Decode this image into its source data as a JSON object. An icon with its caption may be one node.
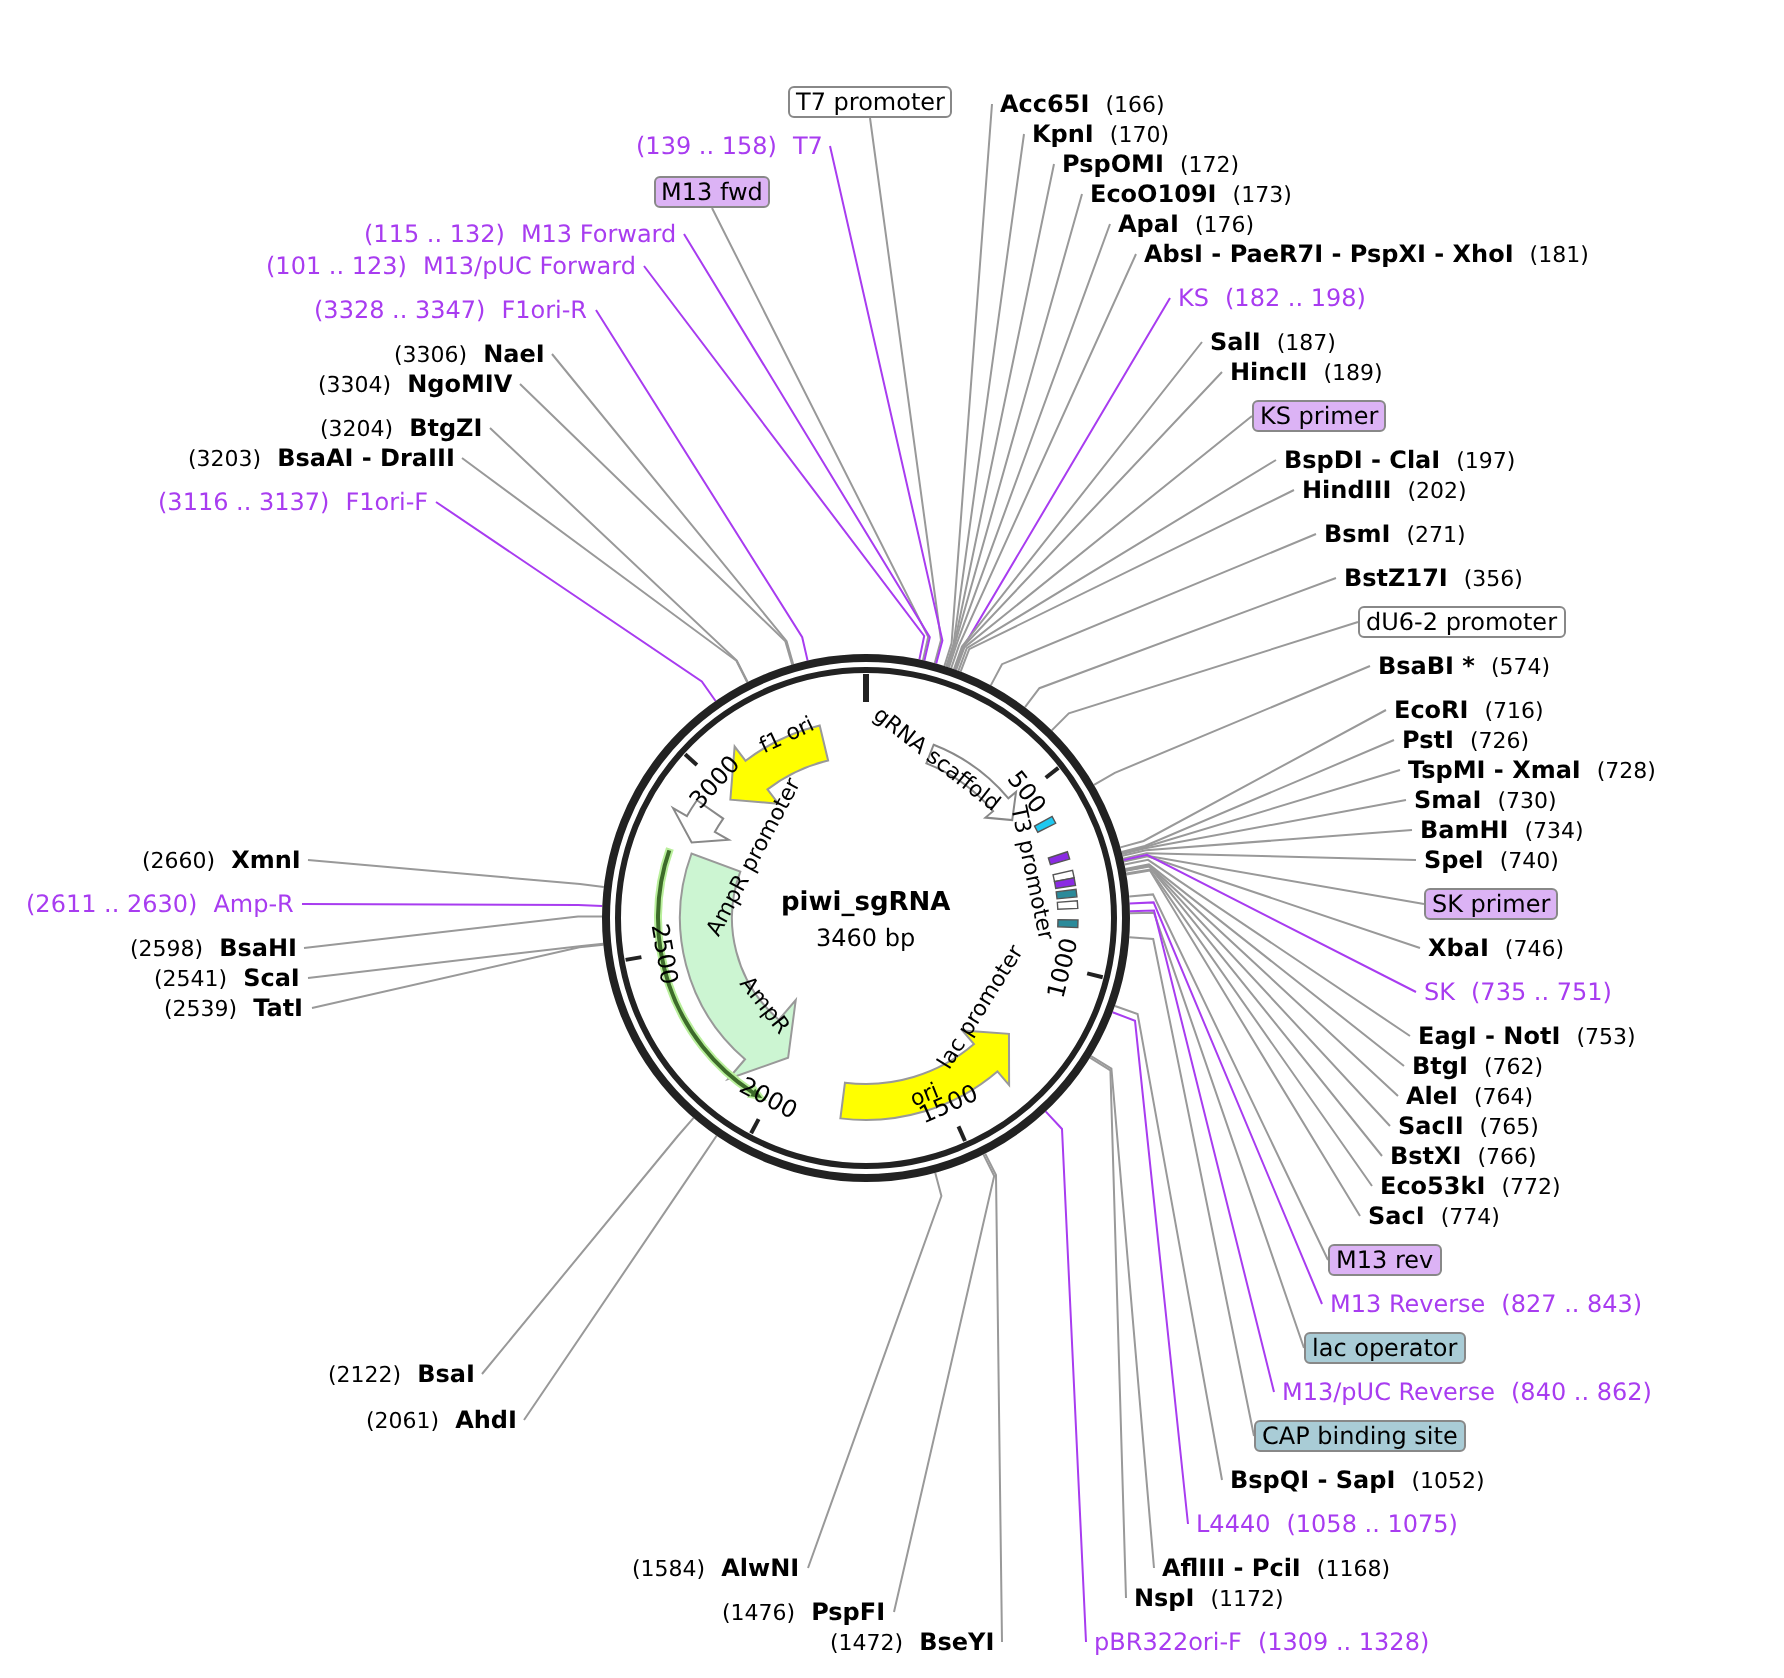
{
  "diagram": {
    "nodes": [
      {
        "text": [
          "T7 promoter"
        ]
      },
      {
        "text": [
          "(139 .. 158)",
          "T7"
        ]
      },
      {
        "text": [
          "M13 fwd"
        ]
      },
      {
        "text": [
          "(115 .. 132)",
          "M13 Forward"
        ]
      },
      {
        "text": [
          "(101 .. 123)",
          "M13/pUC Forward"
        ]
      },
      {
        "text": [
          "(3328 .. 3347)",
          "F1ori-R"
        ]
      },
      {
        "text": [
          "(3306)",
          "NaeI"
        ]
      },
      {
        "text": [
          "(3304)",
          "NgoMIV"
        ]
      },
      {
        "text": [
          "(3204)",
          "BtgZI"
        ]
      },
      {
        "text": [
          "(3203)",
          "BsaAI  - DraIII"
        ]
      },
      {
        "text": [
          "(3116 .. 3137)",
          "F1ori-F"
        ]
      },
      {
        "text": [
          "Acc65I",
          "(166)"
        ]
      },
      {
        "text": [
          "KpnI",
          "(170)"
        ]
      },
      {
        "text": [
          "PspOMI",
          "(172)"
        ]
      },
      {
        "text": [
          "EcoO109I",
          "(173)"
        ]
      },
      {
        "text": [
          "ApaI",
          "(176)"
        ]
      },
      {
        "text": [
          "AbsI  - PaeR7I  - PspXI  - XhoI",
          "(181)"
        ]
      },
      {
        "text": [
          "KS",
          "(182 .. 198)"
        ]
      },
      {
        "text": [
          "SalI",
          "(187)"
        ]
      },
      {
        "text": [
          "HincII",
          "(189)"
        ]
      },
      {
        "text": [
          "KS primer"
        ]
      },
      {
        "text": [
          "BspDI  - ClaI",
          "(197)"
        ]
      },
      {
        "text": [
          "HindIII",
          "(202)"
        ]
      },
      {
        "text": [
          "BsmI",
          "(271)"
        ]
      },
      {
        "text": [
          "BstZ17I",
          "(356)"
        ]
      },
      {
        "text": [
          "dU6-2 promoter"
        ]
      },
      {
        "text": [
          "BsaBI *",
          "(574)"
        ]
      },
      {
        "text": [
          "EcoRI",
          "(716)"
        ]
      },
      {
        "text": [
          "PstI",
          "(726)"
        ]
      },
      {
        "text": [
          "TspMI  - XmaI",
          "(728)"
        ]
      },
      {
        "text": [
          "SmaI",
          "(730)"
        ]
      },
      {
        "text": [
          "BamHI",
          "(734)"
        ]
      },
      {
        "text": [
          "SpeI",
          "(740)"
        ]
      },
      {
        "text": [
          "SK primer"
        ]
      },
      {
        "text": [
          "XbaI",
          "(746)"
        ]
      },
      {
        "text": [
          "SK",
          "(735 .. 751)"
        ]
      },
      {
        "text": [
          "EagI  - NotI",
          "(753)"
        ]
      },
      {
        "text": [
          "BtgI",
          "(762)"
        ]
      },
      {
        "text": [
          "AleI",
          "(764)"
        ]
      },
      {
        "text": [
          "SacII",
          "(765)"
        ]
      },
      {
        "text": [
          "BstXI",
          "(766)"
        ]
      },
      {
        "text": [
          "Eco53kI",
          "(772)"
        ]
      },
      {
        "text": [
          "SacI",
          "(774)"
        ]
      },
      {
        "text": [
          "M13 rev"
        ]
      },
      {
        "text": [
          "M13 Reverse",
          "(827 .. 843)"
        ]
      },
      {
        "text": [
          "lac operator"
        ]
      },
      {
        "text": [
          "M13/pUC Reverse",
          "(840 .. 862)"
        ]
      },
      {
        "text": [
          "CAP binding site"
        ]
      },
      {
        "text": [
          "BspQI  - SapI",
          "(1052)"
        ]
      },
      {
        "text": [
          "L4440",
          "(1058 .. 1075)"
        ]
      },
      {
        "text": [
          "AflIII  - PciI",
          "(1168)"
        ]
      },
      {
        "text": [
          "NspI",
          "(1172)"
        ]
      },
      {
        "text": [
          "pBR322ori-F",
          "(1309 .. 1328)"
        ]
      },
      {
        "text": [
          "(1472)",
          "BseYI"
        ]
      },
      {
        "text": [
          "(1476)",
          "PspFI"
        ]
      },
      {
        "text": [
          "(1584)",
          "AlwNI"
        ]
      },
      {
        "text": [
          "(2061)",
          "AhdI"
        ]
      },
      {
        "text": [
          "(2122)",
          "BsaI"
        ]
      },
      {
        "text": [
          "(2539)",
          "TatI"
        ]
      },
      {
        "text": [
          "(2541)",
          "ScaI"
        ]
      },
      {
        "text": [
          "(2598)",
          "BsaHI"
        ]
      },
      {
        "text": [
          "(2611 .. 2630)",
          "Amp-R"
        ]
      },
      {
        "text": [
          "(2660)",
          "XmnI"
        ]
      },
      {
        "text": [
          "piwi_sgRNA",
          "3460 bp"
        ]
      },
      {
        "text": [
          "f1 ori"
        ],
        "in": 63
      },
      {
        "text": [
          "AmpR promoter"
        ],
        "in": 63
      },
      {
        "text": [
          "AmpR"
        ],
        "in": 63
      },
      {
        "text": [
          "ori"
        ],
        "in": 63
      },
      {
        "text": [
          "lac promoter"
        ],
        "in": 63
      },
      {
        "text": [
          "T3 promoter"
        ],
        "in": 63
      },
      {
        "text": [
          "gRNA scaffold"
        ],
        "in": 63
      }
    ],
    "edges": [
      {
        "from": 0,
        "to": 63,
        "arrow": "none"
      },
      {
        "from": 1,
        "to": 63,
        "arrow": "none",
        "color": "#a83cf0"
      },
      {
        "from": 2,
        "to": 63,
        "arrow": "none"
      },
      {
        "from": 3,
        "to": 63,
        "arrow": "none",
        "color": "#a83cf0"
      },
      {
        "from": 4,
        "to": 63,
        "arrow": "none",
        "color": "#a83cf0"
      },
      {
        "from": 5,
        "to": 63,
        "arrow": "none",
        "color": "#a83cf0"
      },
      {
        "from": 6,
        "to": 63,
        "arrow": "none"
      },
      {
        "from": 7,
        "to": 63,
        "arrow": "none"
      },
      {
        "from": 8,
        "to": 63,
        "arrow": "none"
      },
      {
        "from": 9,
        "to": 63,
        "arrow": "none"
      },
      {
        "from": 10,
        "to": 63,
        "arrow": "none",
        "color": "#a83cf0"
      },
      {
        "from": 11,
        "to": 63,
        "arrow": "none"
      },
      {
        "from": 12,
        "to": 63,
        "arrow": "none"
      },
      {
        "from": 13,
        "to": 63,
        "arrow": "none"
      },
      {
        "from": 14,
        "to": 63,
        "arrow": "none"
      },
      {
        "from": 15,
        "to": 63,
        "arrow": "none"
      },
      {
        "from": 16,
        "to": 63,
        "arrow": "none"
      },
      {
        "from": 17,
        "to": 63,
        "arrow": "none",
        "color": "#a83cf0"
      },
      {
        "from": 18,
        "to": 63,
        "arrow": "none"
      },
      {
        "from": 19,
        "to": 63,
        "arrow": "none"
      },
      {
        "from": 20,
        "to": 63,
        "arrow": "none"
      },
      {
        "from": 21,
        "to": 63,
        "arrow": "none"
      },
      {
        "from": 22,
        "to": 63,
        "arrow": "none"
      },
      {
        "from": 23,
        "to": 63,
        "arrow": "none"
      },
      {
        "from": 24,
        "to": 63,
        "arrow": "none"
      },
      {
        "from": 25,
        "to": 63,
        "arrow": "none"
      },
      {
        "from": 26,
        "to": 63,
        "arrow": "none"
      },
      {
        "from": 27,
        "to": 63,
        "arrow": "none"
      },
      {
        "from": 28,
        "to": 63,
        "arrow": "none"
      },
      {
        "from": 29,
        "to": 63,
        "arrow": "none"
      },
      {
        "from": 30,
        "to": 63,
        "arrow": "none"
      },
      {
        "from": 31,
        "to": 63,
        "arrow": "none"
      },
      {
        "from": 32,
        "to": 63,
        "arrow": "none"
      },
      {
        "from": 33,
        "to": 63,
        "arrow": "none"
      },
      {
        "from": 34,
        "to": 63,
        "arrow": "none"
      },
      {
        "from": 35,
        "to": 63,
        "arrow": "none",
        "color": "#a83cf0"
      },
      {
        "from": 36,
        "to": 63,
        "arrow": "none"
      },
      {
        "from": 37,
        "to": 63,
        "arrow": "none"
      },
      {
        "from": 38,
        "to": 63,
        "arrow": "none"
      },
      {
        "from": 39,
        "to": 63,
        "arrow": "none"
      },
      {
        "from": 40,
        "to": 63,
        "arrow": "none"
      },
      {
        "from": 41,
        "to": 63,
        "arrow": "none"
      },
      {
        "from": 42,
        "to": 63,
        "arrow": "none"
      },
      {
        "from": 43,
        "to": 63,
        "arrow": "none"
      },
      {
        "from": 44,
        "to": 63,
        "arrow": "none",
        "color": "#a83cf0"
      },
      {
        "from": 45,
        "to": 63,
        "arrow": "none"
      },
      {
        "from": 46,
        "to": 63,
        "arrow": "none",
        "color": "#a83cf0"
      },
      {
        "from": 47,
        "to": 63,
        "arrow": "none"
      },
      {
        "from": 48,
        "to": 63,
        "arrow": "none"
      },
      {
        "from": 49,
        "to": 63,
        "arrow": "none",
        "color": "#a83cf0"
      },
      {
        "from": 50,
        "to": 63,
        "arrow": "none"
      },
      {
        "from": 51,
        "to": 63,
        "arrow": "none"
      },
      {
        "from": 52,
        "to": 63,
        "arrow": "none",
        "color": "#a83cf0"
      },
      {
        "from": 53,
        "to": 63,
        "arrow": "none"
      },
      {
        "from": 54,
        "to": 63,
        "arrow": "none"
      },
      {
        "from": 55,
        "to": 63,
        "arrow": "none"
      },
      {
        "from": 56,
        "to": 63,
        "arrow": "none"
      },
      {
        "from": 57,
        "to": 63,
        "arrow": "none"
      },
      {
        "from": 58,
        "to": 63,
        "arrow": "none"
      },
      {
        "from": 59,
        "to": 63,
        "arrow": "none"
      },
      {
        "from": 60,
        "to": 63,
        "arrow": "none"
      },
      {
        "from": 61,
        "to": 63,
        "arrow": "none",
        "color": "#a83cf0"
      },
      {
        "from": 62,
        "to": 63,
        "arrow": "none"
      }
    ],
    "labels": [
      "500",
      "1000",
      "1500",
      "2000",
      "2500",
      "3000"
    ]
  }
}
